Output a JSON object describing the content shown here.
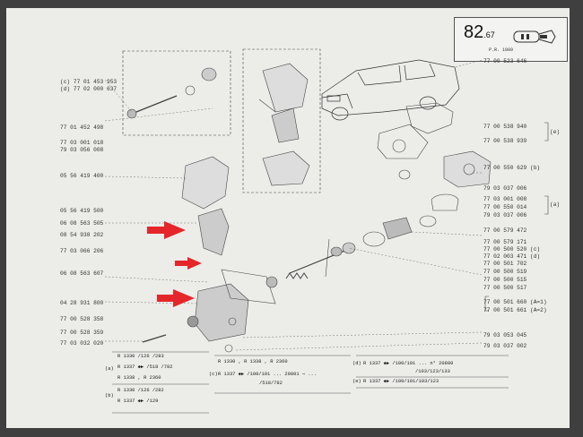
{
  "header": {
    "page_number": "82",
    "page_suffix": ".67",
    "ref_code": "P.R. 1009"
  },
  "left_labels": [
    "(c) 77 01 453 953",
    "(d) 77 02 000 637",
    "77 01 452 498",
    "77 03 001 018",
    "79 03 056 008",
    "05 56 419 400",
    "05 56 419 500",
    "06 08 563 505",
    "08 54 938 202",
    "77 03 066 206",
    "06 08 563 607",
    "04 28 931 800",
    "77 00 528 358",
    "77 00 528 359",
    "77 03 032 020"
  ],
  "right_labels": [
    "77 00 523 646",
    "77 00 538 940",
    "77 00 538 939",
    "77 00 550 629 (b)",
    "79 03 037 006",
    "77 03 001 008",
    "77 00 550 014",
    "79 03 037 006",
    "77 00 579 472",
    "77 00 579 171",
    "77 00 500 520 (c)",
    "77 02 003 471 (d)",
    "77 00 501 702",
    "77 00 500 519",
    "77 00 500 515",
    "77 00 500 517",
    "77 00 501 660 (A=1)",
    "77 00 501 661 (A=2)",
    "79 03 053 045",
    "79 03 037 002"
  ],
  "bracket_labels": {
    "e": "(e)",
    "a": "(a)"
  },
  "notes": {
    "a_tag": "(a)",
    "b_tag": "(b)",
    "c_tag": "(c)",
    "d_tag": "(d)",
    "e_tag": "(e)",
    "a_row1": "R 1330  /126 /283",
    "a_row2": "R 1337  ◆▶ /518 /782",
    "a_row3": "R 1338 , R 2360",
    "b_row1": "R 1330  /126 /282",
    "b_row2": "R 1337  ◆▶ /129",
    "c_row1": "R 1330 , R 1338 , R 2360",
    "c_row2": "R 1337  ◆▶ /100/101 ...  20801 ⇨ ...",
    "c_row3": "/518/782",
    "d_row1": "R 1337  ◆▶ /100/101 ... n° 20800",
    "d_row2": "/103/123/133",
    "e_row1": "R 1337  ◆▶ /100/101/103/123"
  },
  "colors": {
    "page": "#ecece9",
    "frame": "#3f3f40",
    "line": "#444444",
    "arrow": "#e4262a"
  }
}
